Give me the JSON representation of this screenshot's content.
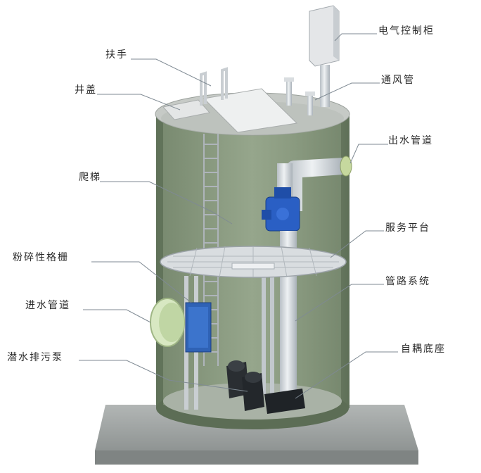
{
  "labels": {
    "electrical_cabinet": "电气控制柜",
    "handrail": "扶手",
    "vent_pipe": "通风管",
    "well_cover": "井盖",
    "outlet_pipe": "出水管道",
    "ladder": "爬梯",
    "service_platform": "服务平台",
    "grinding_grille": "粉碎性格栅",
    "pipeline_system": "管路系统",
    "inlet_pipe": "进水管道",
    "submersible_pump": "潜水排污泵",
    "auto_coupling_base": "自耦底座"
  },
  "colors": {
    "tank_wall": "#6f8166",
    "top_slab": "#c7cbc7",
    "base_slab": "#a3a8a7",
    "pipe": "#d6dadd",
    "valve": "#2357b8",
    "inlet_pipe": "#cfe0b8",
    "pump": "#2b2f33"
  }
}
